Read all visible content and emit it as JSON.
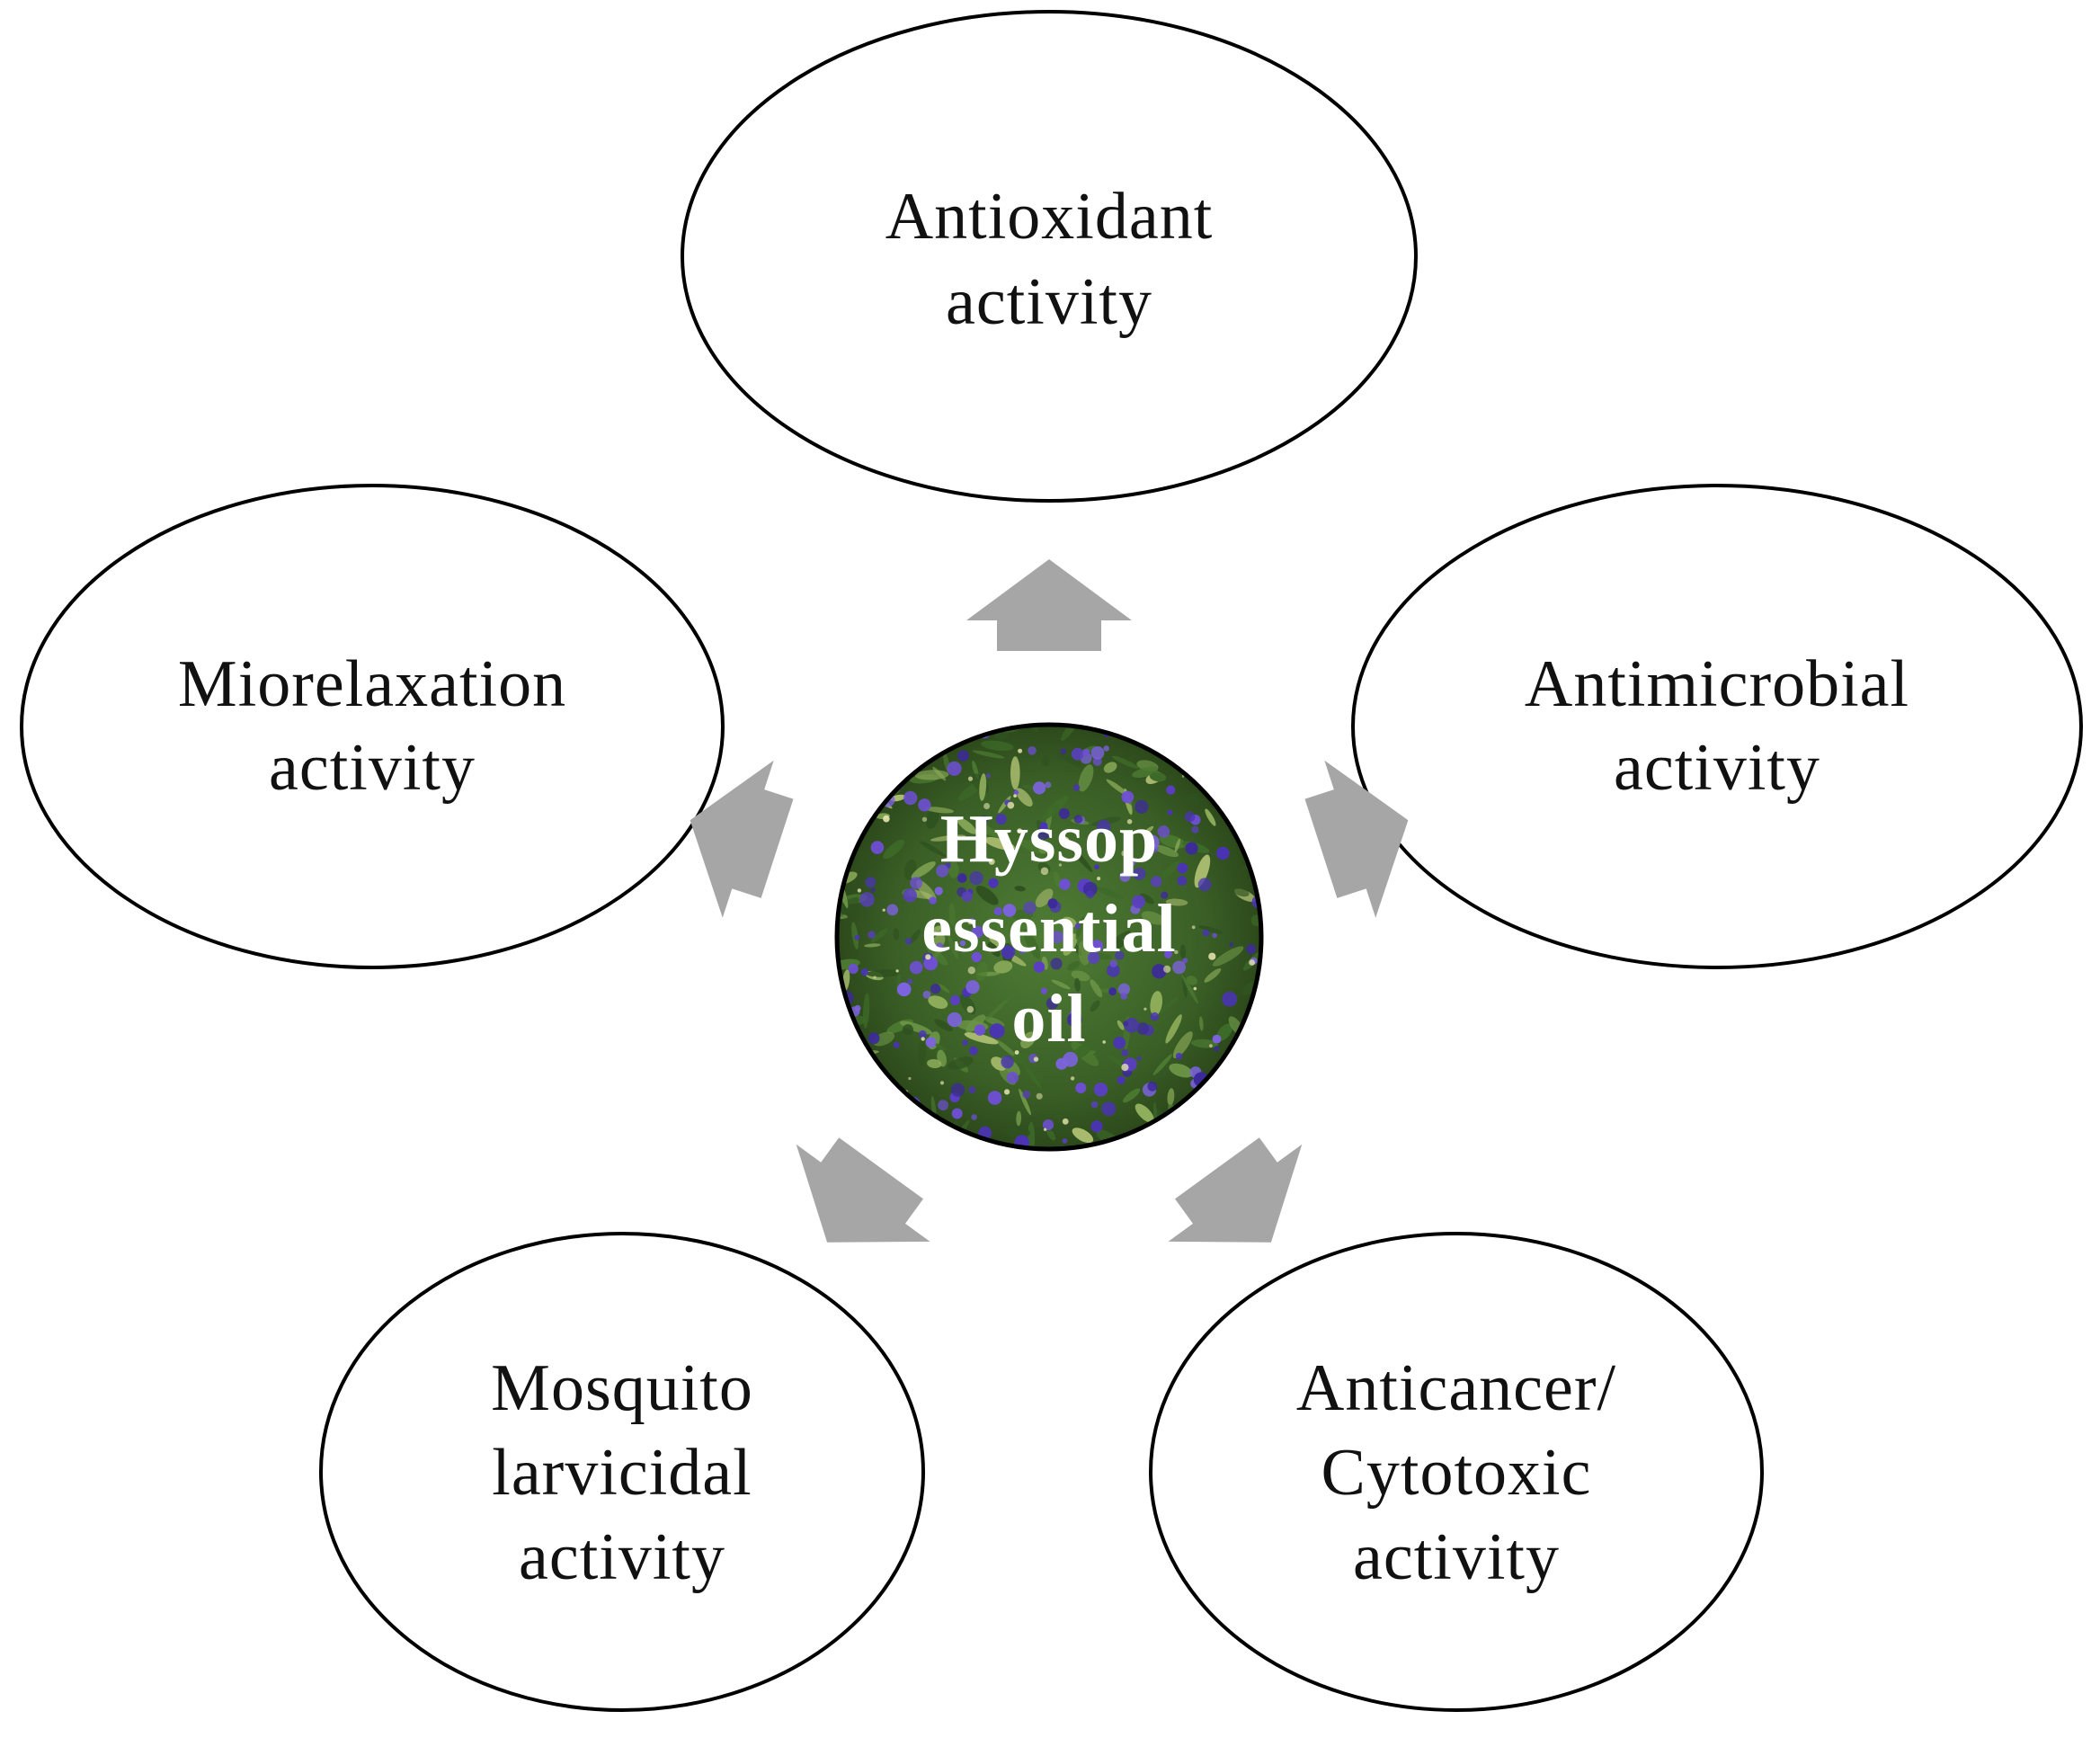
{
  "center": {
    "lines": [
      "Hyssop",
      "essential",
      "oil"
    ],
    "text_color": "#ffffff",
    "image": "hyssop-flowers-photo"
  },
  "activities": [
    {
      "id": "antioxidant",
      "lines": [
        "Antioxidant",
        "activity"
      ]
    },
    {
      "id": "antimicrobial",
      "lines": [
        "Antimicrobial",
        "activity"
      ]
    },
    {
      "id": "anticancer",
      "lines": [
        "Anticancer/",
        "Cytotoxic",
        "activity"
      ]
    },
    {
      "id": "mosquito",
      "lines": [
        "Mosquito",
        "larvicidal",
        "activity"
      ]
    },
    {
      "id": "miorelaxation",
      "lines": [
        "Miorelaxation",
        "activity"
      ]
    }
  ],
  "colors": {
    "arrow": "#a6a6a6",
    "oval_stroke": "#000000",
    "flower_purple": "#5b3fc4",
    "foliage_green": "#3f6b2a"
  }
}
